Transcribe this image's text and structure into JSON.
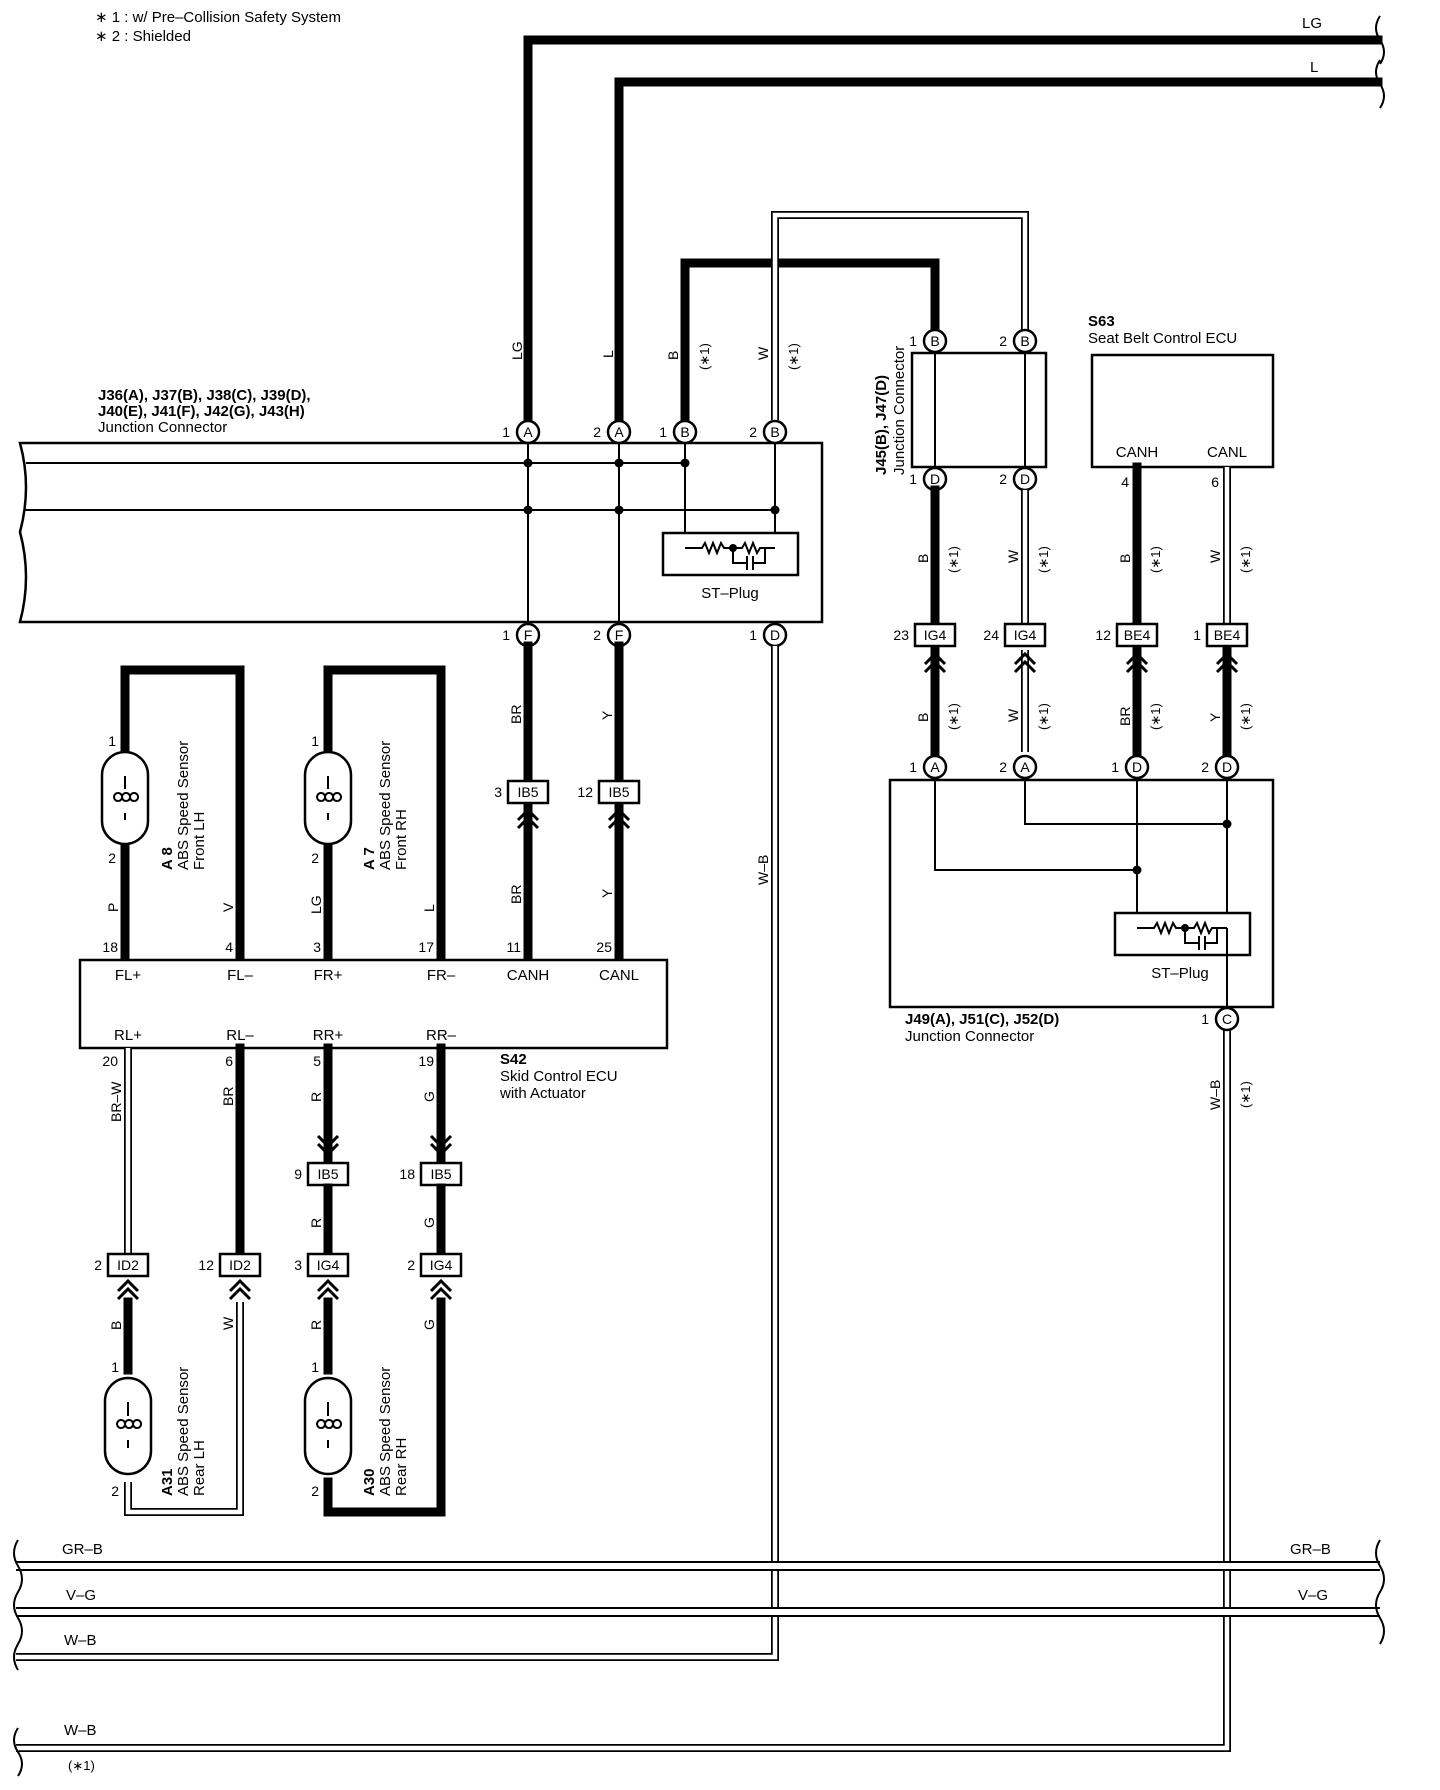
{
  "notes": {
    "n1": "∗ 1 : w/ Pre–Collision Safety System",
    "n2": "∗ 2 : Shielded"
  },
  "star1": "(∗1)",
  "j36": {
    "line1": "J36(A), J37(B), J38(C), J39(D),",
    "line2": "J40(E), J41(F), J42(G), J43(H)",
    "line3": "Junction Connector",
    "plug": "ST–Plug",
    "pins": {
      "p1": "1",
      "p2": "2",
      "A": "A",
      "B": "B",
      "F": "F",
      "D": "D"
    }
  },
  "j45": {
    "line1": "J45(B), J47(D)",
    "line2": "Junction Connector",
    "pins": {
      "p1": "1",
      "p2": "2",
      "B": "B",
      "D": "D"
    }
  },
  "s63": {
    "code": "S63",
    "name": "Seat Belt Control ECU",
    "canh": "CANH",
    "canl": "CANL",
    "pin_canh": "4",
    "pin_canl": "6"
  },
  "j49": {
    "line1": "J49(A), J51(C), J52(D)",
    "line2": "Junction Connector",
    "plug": "ST–Plug",
    "pins": {
      "p1": "1",
      "p2": "2",
      "A": "A",
      "D": "D",
      "C": "C"
    }
  },
  "s42": {
    "code": "S42",
    "name1": "Skid Control ECU",
    "name2": "with Actuator",
    "terminals": {
      "fl_plus": "FL+",
      "fl_minus": "FL–",
      "fr_plus": "FR+",
      "fr_minus": "FR–",
      "canh": "CANH",
      "canl": "CANL",
      "rl_plus": "RL+",
      "rl_minus": "RL–",
      "rr_plus": "RR+",
      "rr_minus": "RR–"
    },
    "pins": {
      "fl_plus": "18",
      "fl_minus": "4",
      "fr_plus": "3",
      "fr_minus": "17",
      "canh": "11",
      "canl": "25",
      "rl_plus": "20",
      "rl_minus": "6",
      "rr_plus": "5",
      "rr_minus": "19"
    }
  },
  "sensors": {
    "a8": {
      "code": "A 8",
      "l1": "ABS Speed Sensor",
      "l2": "Front LH",
      "pin_top": "1",
      "pin_bot": "2"
    },
    "a7": {
      "code": "A 7",
      "l1": "ABS Speed Sensor",
      "l2": "Front RH",
      "pin_top": "1",
      "pin_bot": "2"
    },
    "a31": {
      "code": "A31",
      "l1": "ABS Speed Sensor",
      "l2": "Rear LH",
      "pin_top": "1",
      "pin_bot": "2"
    },
    "a30": {
      "code": "A30",
      "l1": "ABS Speed Sensor",
      "l2": "Rear RH",
      "pin_top": "1",
      "pin_bot": "2"
    }
  },
  "connectors": {
    "ib5_3": {
      "label": "IB5",
      "pin": "3"
    },
    "ib5_12": {
      "label": "IB5",
      "pin": "12"
    },
    "ig4_23": {
      "label": "IG4",
      "pin": "23"
    },
    "ig4_24": {
      "label": "IG4",
      "pin": "24"
    },
    "be4_12": {
      "label": "BE4",
      "pin": "12"
    },
    "be4_1": {
      "label": "BE4",
      "pin": "1"
    },
    "ib5_9": {
      "label": "IB5",
      "pin": "9"
    },
    "ib5_18": {
      "label": "IB5",
      "pin": "18"
    },
    "id2_2": {
      "label": "ID2",
      "pin": "2"
    },
    "id2_12": {
      "label": "ID2",
      "pin": "12"
    },
    "ig4_3": {
      "label": "IG4",
      "pin": "3"
    },
    "ig4_2": {
      "label": "IG4",
      "pin": "2"
    }
  },
  "wire_colors": {
    "lg": "LG",
    "l": "L",
    "b": "B",
    "w": "W",
    "br": "BR",
    "y": "Y",
    "p": "P",
    "v": "V",
    "r": "R",
    "g": "G",
    "brw": "BR–W",
    "wb": "W–B",
    "grb": "GR–B",
    "vg": "V–G"
  }
}
